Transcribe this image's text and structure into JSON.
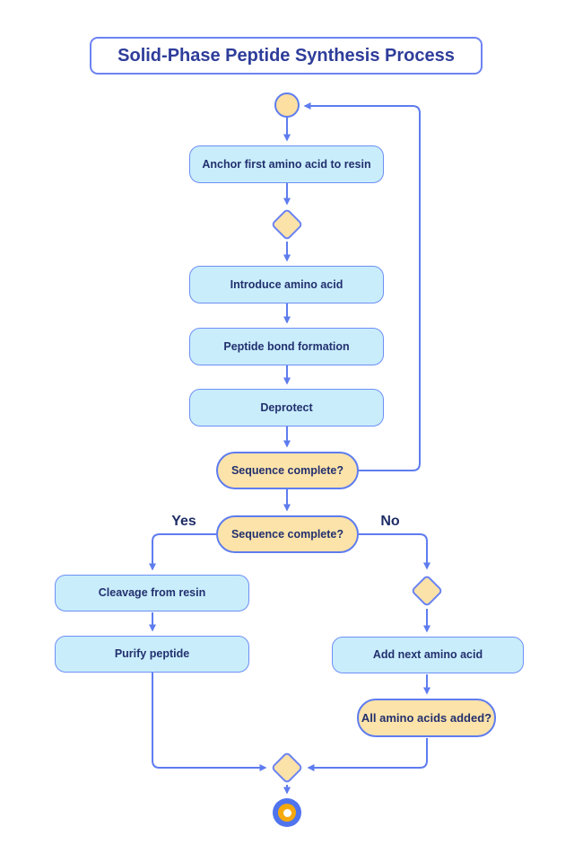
{
  "diagram": {
    "title": "Solid-Phase Peptide Synthesis Process",
    "nodes": {
      "anchor": "Anchor first amino acid to resin",
      "introduce": "Introduce amino acid",
      "bond": "Peptide bond formation",
      "deprotect": "Deprotect",
      "seq_complete_1": "Sequence complete?",
      "seq_complete_2": "Sequence complete?",
      "cleavage": "Cleavage from resin",
      "purify": "Purify peptide",
      "add_next": "Add next amino acid",
      "all_added": "All amino acids added?"
    },
    "branch_labels": {
      "yes": "Yes",
      "no": "No"
    },
    "colors": {
      "connector": "#5E7CEF",
      "process_fill": "#C9EDFB",
      "process_border": "#6D8FF5",
      "decision_fill": "#FCE3A9",
      "diamond_fill": "#FBE2A8",
      "start_fill": "#FCDFA1",
      "end_outer": "#4F74EE",
      "end_inner": "#F6A90B",
      "title_text": "#2E3D9A",
      "node_text": "#22306E"
    }
  }
}
